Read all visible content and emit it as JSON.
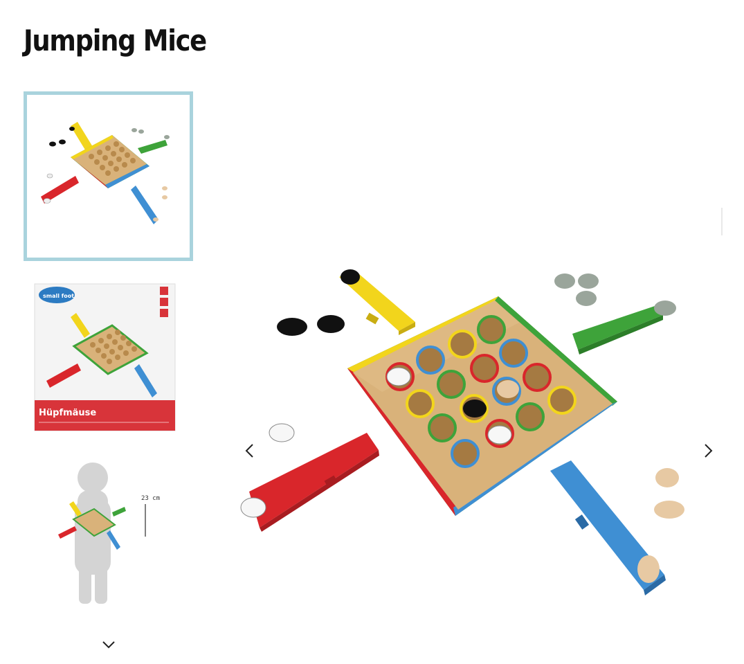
{
  "product": {
    "title": "Jumping Mice"
  },
  "gallery": {
    "selected_index": 0,
    "thumbnails": [
      {
        "name": "game-overview"
      },
      {
        "name": "product-box",
        "box_title": "Hüpfmäuse",
        "brand": "small foot"
      },
      {
        "name": "size-comparison",
        "dimension_label": "23 cm"
      }
    ]
  },
  "colors": {
    "selected_border": "#a9d3dd",
    "board_wood": "#d9b27a",
    "edge_yellow": "#f2d51c",
    "edge_green": "#3ea33a",
    "edge_red": "#d9262b",
    "edge_blue": "#3f8fd3",
    "box_red": "#d8343a"
  },
  "icons": {
    "prev": "chevron-left-icon",
    "next": "chevron-right-icon",
    "thumbs_down": "chevron-down-icon"
  }
}
